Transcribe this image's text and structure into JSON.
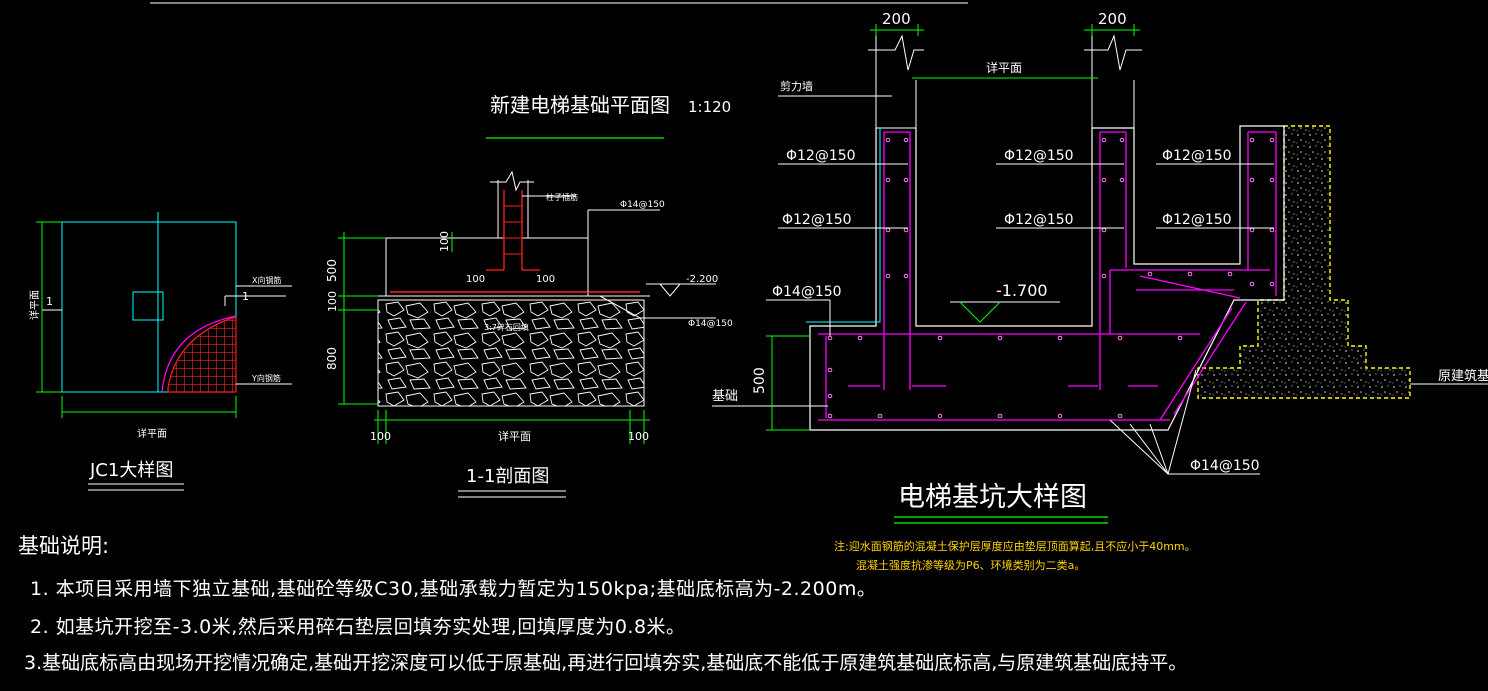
{
  "drawings": {
    "plan_title": "新建电梯基础平面图",
    "plan_scale": "1:120",
    "jc1": {
      "title": "JC1大样图",
      "dim_bottom": "详平面",
      "dim_left": "详平面",
      "x_label": "X向钢筋",
      "y_label": "Y向钢筋",
      "axis_mark": "1"
    },
    "section": {
      "title": "1-1剖面图",
      "dim_500": "500",
      "dim_100_left": "100",
      "dim_800": "800",
      "dim_100_top": "100",
      "dim_100_a": "100",
      "dim_100_b": "100",
      "dim_bottom_left": "100",
      "dim_bottom_mid": "详平面",
      "dim_bottom_right": "100",
      "rebar_top_right": "Φ14@150",
      "column_label": "柱子插筋",
      "elev": "-2.200",
      "rebar_right": "Φ14@150",
      "gravel_label": "3:7碎石回填"
    },
    "pit": {
      "title": "电梯基坑大样图",
      "dim_200_a": "200",
      "dim_200_b": "200",
      "detail_plan": "详平面",
      "shear_wall": "剪力墙",
      "r1a": "Φ12@150",
      "r1b": "Φ12@150",
      "r1c": "Φ12@150",
      "r2a": "Φ12@150",
      "r2b": "Φ12@150",
      "r2c": "Φ12@150",
      "r14_left": "Φ14@150",
      "elev": "-1.700",
      "foundation": "基础",
      "dim_500": "500",
      "r14_bottom": "Φ14@150",
      "existing": "原建筑基础",
      "note_line1": "注:迎水面钢筋的混凝土保护层厚度应由垫层顶面算起,且不应小于40mm。",
      "note_line2": "混凝土强度抗渗等级为P6、环境类别为二类a。"
    }
  },
  "notes": {
    "heading": "基础说明:",
    "item1": "1. 本项目采用墙下独立基础,基础砼等级C30,基础承载力暂定为150kpa;基础底标高为-2.200m。",
    "item2": "2. 如基坑开挖至-3.0米,然后采用碎石垫层回填夯实处理,回填厚度为0.8米。",
    "item3": "3.基础底标高由现场开挖情况确定,基础开挖深度可以低于原基础,再进行回填夯实,基础底不能低于原建筑基础底标高,与原建筑基础底持平。"
  },
  "colors": {
    "background": "#000000",
    "line": "#ffffff",
    "dim": "#00ff00",
    "outline": "#00ffff",
    "rebar": "#ff00ff",
    "hatch": "#ff0000",
    "note": "#ffd200",
    "soil": "#ffff00"
  }
}
